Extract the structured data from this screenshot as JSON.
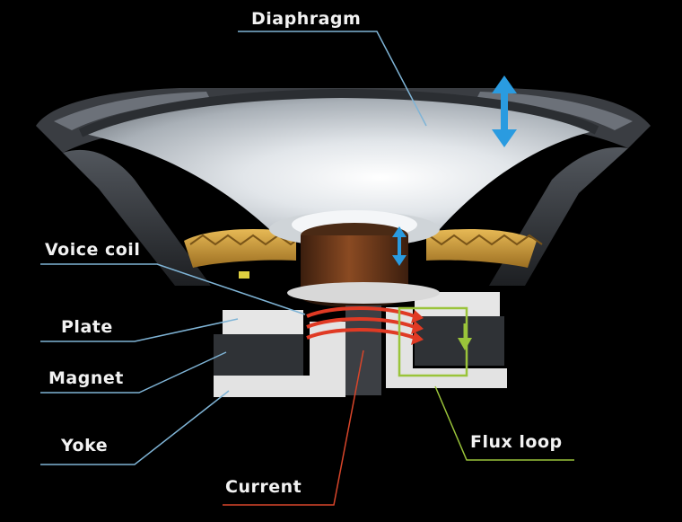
{
  "labels": {
    "diaphragm": "Diaphragm",
    "voice_coil": "Voice coil",
    "plate": "Plate",
    "magnet": "Magnet",
    "yoke": "Yoke",
    "current": "Current",
    "flux_loop": "Flux loop"
  },
  "colors": {
    "background": "#000000",
    "leader_line": "#7fb4d6",
    "current_line": "#d8452a",
    "flux_line": "#9ac43a",
    "motion_arrow": "#2a9be0",
    "current_arrow": "#e03a24",
    "spider": "#c99a3a"
  },
  "icons": {
    "diaphragm_motion": "double-arrow-vertical-icon",
    "coil_motion": "double-arrow-vertical-icon",
    "current_flow": "curved-arrow-right-icon",
    "flux_direction": "arrow-down-icon"
  }
}
